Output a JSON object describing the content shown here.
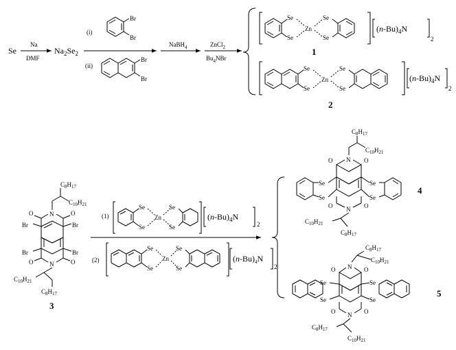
{
  "step1": {
    "start": "Se",
    "arrow1_top": "Na",
    "arrow1_bottom": "DMF",
    "intermediate_main": "Na",
    "intermediate_sub1": "2",
    "intermediate_se": "Se",
    "intermediate_sub2": "2",
    "reagent_i": "(i)",
    "reagent_ii": "(ii)",
    "br": "Br",
    "nabh4_main": "NaBH",
    "nabh4_sub": "4",
    "zncl2_main": "ZnCl",
    "zncl2_sub": "2",
    "bu4nbr_main": "Bu",
    "bu4nbr_sub": "4",
    "bu4nbr_tail": "NBr"
  },
  "complex": {
    "se": "Se",
    "zn": "Zn",
    "charge": "2",
    "cation_a": "(",
    "cation_n": "n",
    "cation_b": "-Bu)",
    "cation_sub": "4",
    "cation_tail": "N"
  },
  "labels": {
    "c1": "1",
    "c2": "2",
    "c3": "3",
    "c4": "4",
    "c5": "5",
    "opt1": "(1)",
    "opt2": "(2)"
  },
  "atoms": {
    "O": "O",
    "N": "N",
    "Br": "Br",
    "Se": "Se",
    "C8H17_c": "C",
    "C8H17_s": "8",
    "C8H17_h": "H",
    "C8H17_s2": "17",
    "C10H21_c": "C",
    "C10H21_s": "10",
    "C10H21_h": "H",
    "C10H21_s2": "21"
  }
}
